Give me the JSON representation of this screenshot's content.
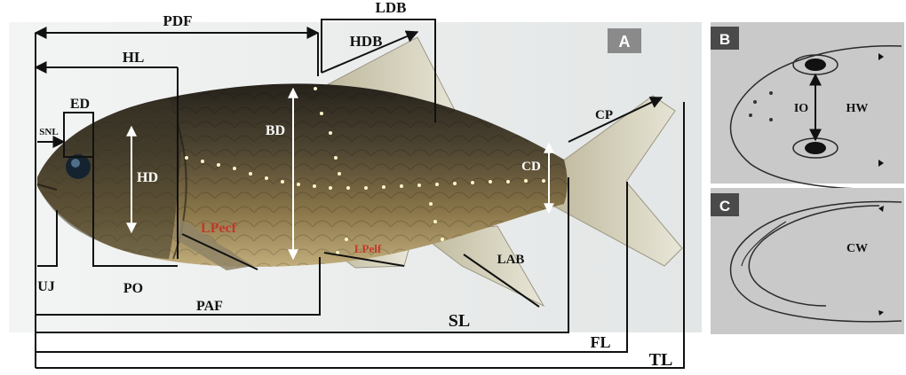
{
  "panels": {
    "a": "A",
    "b": "B",
    "c": "C"
  },
  "measurements": {
    "pdf": "PDF",
    "ldb": "LDB",
    "hdb": "HDB",
    "hl": "HL",
    "ed": "ED",
    "snl": "SNL",
    "hd": "HD",
    "bd": "BD",
    "cp": "CP",
    "cd": "CD",
    "lpecf": "LPecf",
    "lpelf": "LPelf",
    "lab": "LAB",
    "uj": "UJ",
    "po": "PO",
    "paf": "PAF",
    "sl": "SL",
    "fl": "FL",
    "tl": "TL",
    "io": "IO",
    "hw": "HW",
    "cw": "CW"
  },
  "colors": {
    "panel_background": "#c9c9c9",
    "photo_background": "#eceeee",
    "fish_dark": "#2f2a22",
    "fish_mid": "#6b5a3a",
    "fish_belly": "#b5a272",
    "landmark": "#fff6c8",
    "measure_line": "#111111",
    "accent_red": "#c0392b"
  }
}
